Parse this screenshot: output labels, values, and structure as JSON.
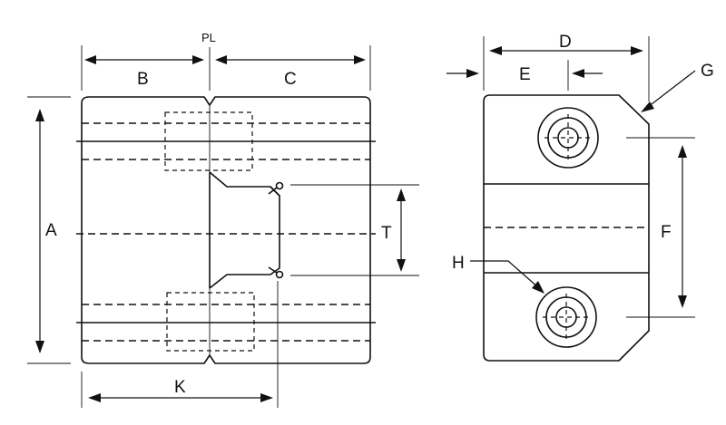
{
  "labels": {
    "A": "A",
    "B": "B",
    "C": "C",
    "D": "D",
    "E": "E",
    "F": "F",
    "G": "G",
    "H": "H",
    "K": "K",
    "T": "T",
    "PL": "PL"
  }
}
